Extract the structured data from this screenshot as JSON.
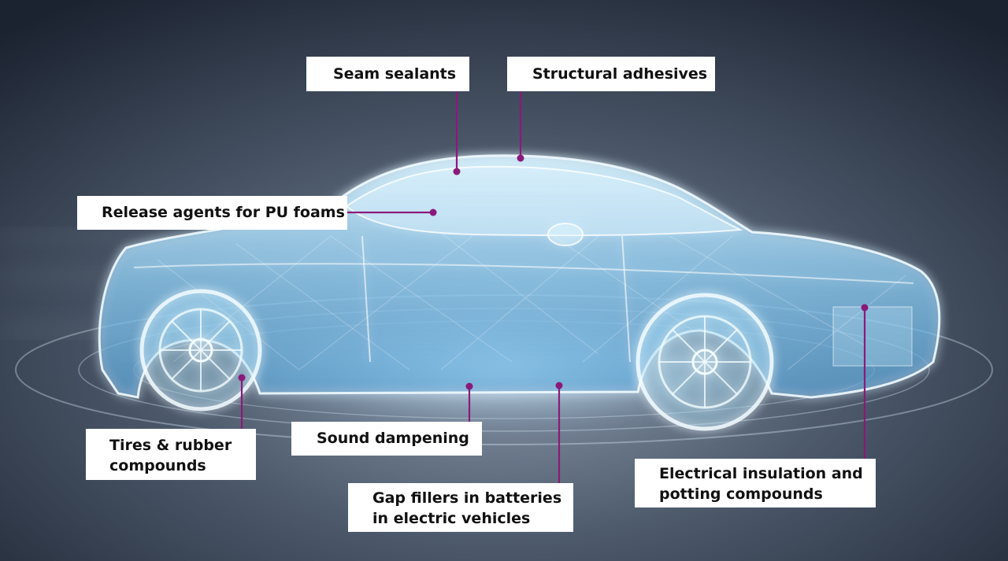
{
  "colors": {
    "background_top": "#1c2331",
    "background_bottom": "#5f6c7c",
    "car_glow": "#bfe8ff",
    "marker": "#8a1a7a",
    "label_bg": "#ffffff",
    "label_text": "#111111"
  },
  "image": {
    "subject": "car-wireframe",
    "style": "translucent blue x-ray"
  },
  "callouts": {
    "seam_sealants": "Seam sealants",
    "structural_adhesives": "Structural adhesives",
    "release_agents": "Release agents for PU foams",
    "tires_line1": "Tires & rubber",
    "tires_line2": "compounds",
    "sound_dampening": "Sound dampening",
    "gap_line1": "Gap fillers in batteries",
    "gap_line2": "in electric vehicles",
    "electrical_line1": "Electrical insulation and",
    "electrical_line2": "potting compounds"
  }
}
